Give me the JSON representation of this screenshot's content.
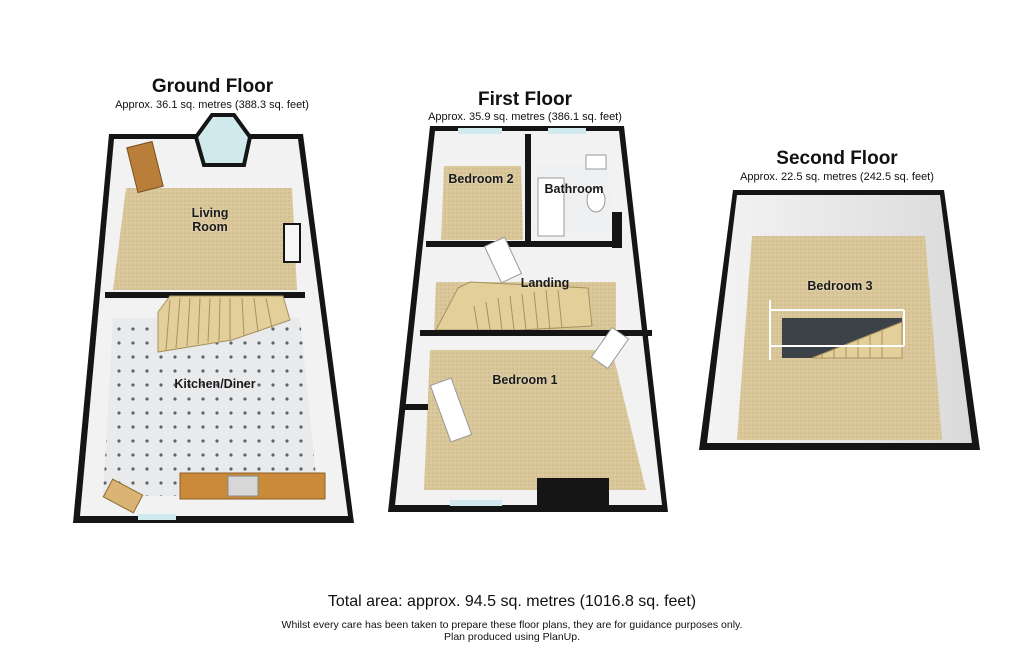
{
  "floors": [
    {
      "title": "Ground Floor",
      "area": "Approx. 36.1 sq. metres (388.3 sq. feet)",
      "rooms": [
        {
          "label": "Living\nRoom"
        },
        {
          "label": "Kitchen/Diner"
        }
      ]
    },
    {
      "title": "First Floor",
      "area": "Approx. 35.9 sq. metres (386.1 sq. feet)",
      "rooms": [
        {
          "label": "Bedroom 2"
        },
        {
          "label": "Bathroom"
        },
        {
          "label": "Landing"
        },
        {
          "label": "Bedroom 1"
        }
      ]
    },
    {
      "title": "Second Floor",
      "area": "Approx. 22.5 sq. metres (242.5 sq. feet)",
      "rooms": [
        {
          "label": "Bedroom 3"
        }
      ]
    }
  ],
  "footer": {
    "total": "Total area: approx. 94.5 sq. metres (1016.8 sq. feet)",
    "disclaimer": "Whilst every care has been taken to prepare these floor plans, they are for guidance purposes only.",
    "credit": "Plan produced using PlanUp."
  },
  "colors": {
    "wall": "#151515",
    "carpet": "#d9c79a",
    "tile": "#e9eaec",
    "counter": "#c98a3a",
    "window": "#cfe9ec"
  }
}
